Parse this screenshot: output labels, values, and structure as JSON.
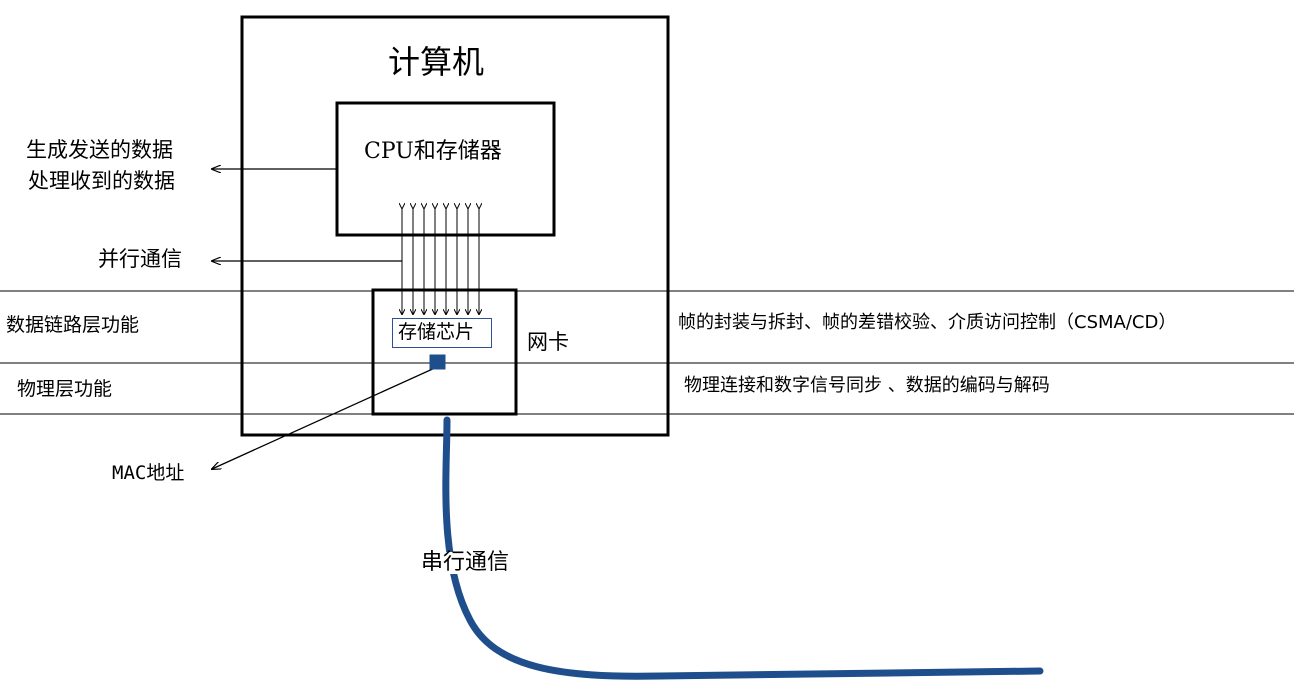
{
  "computer": {
    "title": "计算机",
    "cpu_memory_label": "CPU和存储器"
  },
  "left_annotations": {
    "generate_data": "生成发送的数据",
    "process_data": "处理收到的数据",
    "parallel_comm": "并行通信",
    "mac_address": "MAC地址"
  },
  "network_card": {
    "label": "网卡",
    "storage_chip": "存储芯片"
  },
  "layers": {
    "data_link": {
      "name": "数据链路层功能",
      "functions": "帧的封装与拆封、帧的差错校验、介质访问控制（CSMA/CD）"
    },
    "physical": {
      "name": "物理层功能",
      "functions": "物理连接和数字信号同步 、数据的编码与解码"
    }
  },
  "cable": {
    "label": "串行通信",
    "color": "#1f4e8c"
  },
  "colors": {
    "line": "#000000",
    "chip_border": "#2f4f8f",
    "mac_port": "#1f4e8c"
  }
}
